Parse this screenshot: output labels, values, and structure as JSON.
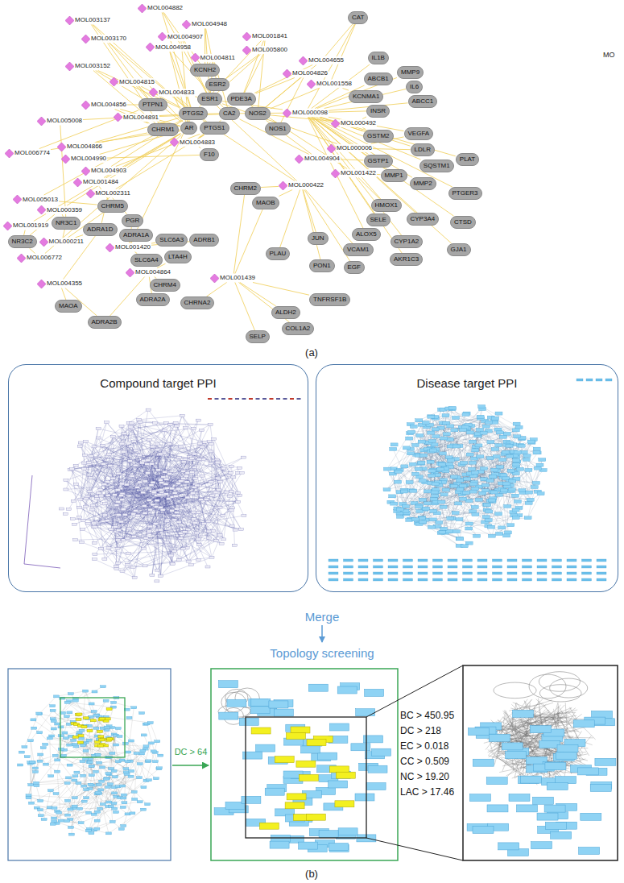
{
  "diagram": {
    "nodes": [
      {
        "text": [
          "MOL004882"
        ]
      },
      {
        "text": [
          "MOL003137"
        ]
      },
      {
        "text": [
          "MOL004948"
        ]
      },
      {
        "text": [
          "MOL001841"
        ]
      },
      {
        "text": [
          "MOL003170"
        ]
      },
      {
        "text": [
          "MOL004907"
        ]
      },
      {
        "text": [
          "MOL005800"
        ]
      },
      {
        "text": [
          "MOL004958"
        ]
      },
      {
        "text": [
          "MOL004655"
        ]
      },
      {
        "text": [
          "MOL004811"
        ]
      },
      {
        "text": [
          "MOL003152"
        ]
      },
      {
        "text": [
          "MOL004826"
        ]
      },
      {
        "text": [
          "MOL001558"
        ]
      },
      {
        "text": [
          "MOL004815"
        ]
      },
      {
        "text": [
          "MOL004833"
        ]
      },
      {
        "text": [
          "MOL004856"
        ]
      },
      {
        "text": [
          "MOL000098"
        ]
      },
      {
        "text": [
          "MOL005008"
        ]
      },
      {
        "text": [
          "MOL004891"
        ]
      },
      {
        "text": [
          "MOL000492"
        ]
      },
      {
        "text": [
          "MOL004883"
        ]
      },
      {
        "text": [
          "MOL000006"
        ]
      },
      {
        "text": [
          "MOL004866"
        ]
      },
      {
        "text": [
          "MOL006774"
        ]
      },
      {
        "text": [
          "MOL004990"
        ]
      },
      {
        "text": [
          "MOL004904"
        ]
      },
      {
        "text": [
          "MOL001422"
        ]
      },
      {
        "text": [
          "MOL004903"
        ]
      },
      {
        "text": [
          "MOL001484"
        ]
      },
      {
        "text": [
          "MOL000422"
        ]
      },
      {
        "text": [
          "MOL002311"
        ]
      },
      {
        "text": [
          "MOL005013"
        ]
      },
      {
        "text": [
          "MOL000359"
        ]
      },
      {
        "text": [
          "MOL001919"
        ]
      },
      {
        "text": [
          "MOL000211"
        ]
      },
      {
        "text": [
          "MOL001420"
        ]
      },
      {
        "text": [
          "MOL006772"
        ]
      },
      {
        "text": [
          "MOL004864"
        ]
      },
      {
        "text": [
          "MOL004355"
        ]
      },
      {
        "text": [
          "MOL001439"
        ]
      },
      {
        "text": [
          "PTGS2"
        ]
      },
      {
        "text": [
          "ESR1"
        ]
      },
      {
        "text": [
          "AR"
        ]
      },
      {
        "text": [
          "PTGS1"
        ]
      },
      {
        "text": [
          "CA2"
        ]
      },
      {
        "text": [
          "F10"
        ]
      },
      {
        "text": [
          "PDE3A"
        ]
      },
      {
        "text": [
          "NOS2"
        ]
      },
      {
        "text": [
          "ESR2"
        ]
      },
      {
        "text": [
          "KCNH2"
        ]
      },
      {
        "text": [
          "CHRM1"
        ]
      },
      {
        "text": [
          "PTPN1"
        ]
      },
      {
        "text": [
          "NOS1"
        ]
      },
      {
        "text": [
          "CAT"
        ]
      },
      {
        "text": [
          "IL1B"
        ]
      },
      {
        "text": [
          "ABCB1"
        ]
      },
      {
        "text": [
          "MMP9"
        ]
      },
      {
        "text": [
          "IL6"
        ]
      },
      {
        "text": [
          "KCNMA1"
        ]
      },
      {
        "text": [
          "ABCC1"
        ]
      },
      {
        "text": [
          "INSR"
        ]
      },
      {
        "text": [
          "GSTM2"
        ]
      },
      {
        "text": [
          "VEGFA"
        ]
      },
      {
        "text": [
          "LDLR"
        ]
      },
      {
        "text": [
          "GSTP1"
        ]
      },
      {
        "text": [
          "MMP1"
        ]
      },
      {
        "text": [
          "SQSTM1"
        ]
      },
      {
        "text": [
          "PLAT"
        ]
      },
      {
        "text": [
          "MMP2"
        ]
      },
      {
        "text": [
          "PTGER3"
        ]
      },
      {
        "text": [
          "HMOX1"
        ]
      },
      {
        "text": [
          "SELE"
        ]
      },
      {
        "text": [
          "CYP3A4"
        ]
      },
      {
        "text": [
          "CTSD"
        ]
      },
      {
        "text": [
          "ALOX5"
        ]
      },
      {
        "text": [
          "CYP1A2"
        ]
      },
      {
        "text": [
          "VCAM1"
        ]
      },
      {
        "text": [
          "GJA1"
        ]
      },
      {
        "text": [
          "AKR1C3"
        ]
      },
      {
        "text": [
          "JUN"
        ]
      },
      {
        "text": [
          "PON1"
        ]
      },
      {
        "text": [
          "EGF"
        ]
      },
      {
        "text": [
          "PLAU"
        ]
      },
      {
        "text": [
          "TNFRSF1B"
        ]
      },
      {
        "text": [
          "ALDH2"
        ]
      },
      {
        "text": [
          "COL1A2"
        ]
      },
      {
        "text": [
          "SELP"
        ]
      },
      {
        "text": [
          "CHRM2"
        ]
      },
      {
        "text": [
          "MAOB"
        ]
      },
      {
        "text": [
          "SLC6A3"
        ]
      },
      {
        "text": [
          "ADRB1"
        ]
      },
      {
        "text": [
          "SLC6A4"
        ]
      },
      {
        "text": [
          "LTA4H"
        ]
      },
      {
        "text": [
          "CHRM4"
        ]
      },
      {
        "text": [
          "CHRNA2"
        ]
      },
      {
        "text": [
          "ADRA2A"
        ]
      },
      {
        "text": [
          "MAOA"
        ]
      },
      {
        "text": [
          "ADRA2B"
        ]
      },
      {
        "text": [
          "CHRM5"
        ]
      },
      {
        "text": [
          "ADRA1D"
        ]
      },
      {
        "text": [
          "PGR"
        ]
      },
      {
        "text": [
          "ADRA1A"
        ]
      },
      {
        "text": [
          "NR3C1"
        ]
      },
      {
        "text": [
          "NR3C2"
        ]
      },
      {
        "text": [
          "Compound target PPI"
        ]
      },
      {
        "text": [
          "Disease target PPI"
        ]
      }
    ],
    "edges": [
      {
        "from": 0,
        "to": 40,
        "arrow": "none"
      },
      {
        "from": 0,
        "to": 41,
        "arrow": "none"
      },
      {
        "from": 0,
        "to": 49,
        "arrow": "none"
      },
      {
        "from": 1,
        "to": 40,
        "arrow": "none"
      },
      {
        "from": 1,
        "to": 42,
        "arrow": "none"
      },
      {
        "from": 1,
        "to": 50,
        "arrow": "none"
      },
      {
        "from": 2,
        "to": 41,
        "arrow": "none"
      },
      {
        "from": 2,
        "to": 49,
        "arrow": "none"
      },
      {
        "from": 2,
        "to": 48,
        "arrow": "none"
      },
      {
        "from": 3,
        "to": 40,
        "arrow": "none"
      },
      {
        "from": 3,
        "to": 46,
        "arrow": "none"
      },
      {
        "from": 3,
        "to": 47,
        "arrow": "none"
      },
      {
        "from": 4,
        "to": 40,
        "arrow": "none"
      },
      {
        "from": 4,
        "to": 51,
        "arrow": "none"
      },
      {
        "from": 5,
        "to": 41,
        "arrow": "none"
      },
      {
        "from": 5,
        "to": 42,
        "arrow": "none"
      },
      {
        "from": 6,
        "to": 46,
        "arrow": "none"
      },
      {
        "from": 6,
        "to": 48,
        "arrow": "none"
      },
      {
        "from": 6,
        "to": 41,
        "arrow": "none"
      },
      {
        "from": 7,
        "to": 40,
        "arrow": "none"
      },
      {
        "from": 7,
        "to": 42,
        "arrow": "none"
      },
      {
        "from": 7,
        "to": 44,
        "arrow": "none"
      },
      {
        "from": 8,
        "to": 47,
        "arrow": "none"
      },
      {
        "from": 8,
        "to": 53,
        "arrow": "none"
      },
      {
        "from": 8,
        "to": 46,
        "arrow": "none"
      },
      {
        "from": 9,
        "to": 41,
        "arrow": "none"
      },
      {
        "from": 9,
        "to": 49,
        "arrow": "none"
      },
      {
        "from": 9,
        "to": 44,
        "arrow": "none"
      },
      {
        "from": 10,
        "to": 40,
        "arrow": "none"
      },
      {
        "from": 10,
        "to": 51,
        "arrow": "none"
      },
      {
        "from": 10,
        "to": 50,
        "arrow": "none"
      },
      {
        "from": 11,
        "to": 46,
        "arrow": "none"
      },
      {
        "from": 11,
        "to": 47,
        "arrow": "none"
      },
      {
        "from": 11,
        "to": 52,
        "arrow": "none"
      },
      {
        "from": 12,
        "to": 47,
        "arrow": "none"
      },
      {
        "from": 12,
        "to": 58,
        "arrow": "none"
      },
      {
        "from": 12,
        "to": 53,
        "arrow": "none"
      },
      {
        "from": 13,
        "to": 40,
        "arrow": "none"
      },
      {
        "from": 13,
        "to": 42,
        "arrow": "none"
      },
      {
        "from": 13,
        "to": 51,
        "arrow": "none"
      },
      {
        "from": 14,
        "to": 40,
        "arrow": "none"
      },
      {
        "from": 14,
        "to": 41,
        "arrow": "none"
      },
      {
        "from": 14,
        "to": 42,
        "arrow": "none"
      },
      {
        "from": 14,
        "to": 43,
        "arrow": "none"
      },
      {
        "from": 15,
        "to": 42,
        "arrow": "none"
      },
      {
        "from": 15,
        "to": 50,
        "arrow": "none"
      },
      {
        "from": 15,
        "to": 51,
        "arrow": "none"
      },
      {
        "from": 16,
        "to": 40,
        "arrow": "none"
      },
      {
        "from": 16,
        "to": 41,
        "arrow": "none"
      },
      {
        "from": 16,
        "to": 54,
        "arrow": "none"
      },
      {
        "from": 16,
        "to": 55,
        "arrow": "none"
      },
      {
        "from": 16,
        "to": 56,
        "arrow": "none"
      },
      {
        "from": 16,
        "to": 57,
        "arrow": "none"
      },
      {
        "from": 16,
        "to": 59,
        "arrow": "none"
      },
      {
        "from": 16,
        "to": 60,
        "arrow": "none"
      },
      {
        "from": 16,
        "to": 61,
        "arrow": "none"
      },
      {
        "from": 16,
        "to": 62,
        "arrow": "none"
      },
      {
        "from": 16,
        "to": 63,
        "arrow": "none"
      },
      {
        "from": 16,
        "to": 64,
        "arrow": "none"
      },
      {
        "from": 16,
        "to": 65,
        "arrow": "none"
      },
      {
        "from": 16,
        "to": 66,
        "arrow": "none"
      },
      {
        "from": 16,
        "to": 67,
        "arrow": "none"
      },
      {
        "from": 16,
        "to": 68,
        "arrow": "none"
      },
      {
        "from": 16,
        "to": 69,
        "arrow": "none"
      },
      {
        "from": 16,
        "to": 70,
        "arrow": "none"
      },
      {
        "from": 16,
        "to": 71,
        "arrow": "none"
      },
      {
        "from": 16,
        "to": 72,
        "arrow": "none"
      },
      {
        "from": 16,
        "to": 73,
        "arrow": "none"
      },
      {
        "from": 16,
        "to": 74,
        "arrow": "none"
      },
      {
        "from": 16,
        "to": 75,
        "arrow": "none"
      },
      {
        "from": 16,
        "to": 77,
        "arrow": "none"
      },
      {
        "from": 16,
        "to": 78,
        "arrow": "none"
      },
      {
        "from": 16,
        "to": 53,
        "arrow": "none"
      },
      {
        "from": 17,
        "to": 40,
        "arrow": "none"
      },
      {
        "from": 17,
        "to": 102,
        "arrow": "none"
      },
      {
        "from": 18,
        "to": 42,
        "arrow": "none"
      },
      {
        "from": 18,
        "to": 50,
        "arrow": "none"
      },
      {
        "from": 18,
        "to": 44,
        "arrow": "none"
      },
      {
        "from": 19,
        "to": 47,
        "arrow": "none"
      },
      {
        "from": 19,
        "to": 60,
        "arrow": "none"
      },
      {
        "from": 19,
        "to": 61,
        "arrow": "none"
      },
      {
        "from": 20,
        "to": 43,
        "arrow": "none"
      },
      {
        "from": 20,
        "to": 44,
        "arrow": "none"
      },
      {
        "from": 20,
        "to": 45,
        "arrow": "none"
      },
      {
        "from": 21,
        "to": 41,
        "arrow": "none"
      },
      {
        "from": 21,
        "to": 62,
        "arrow": "none"
      },
      {
        "from": 21,
        "to": 63,
        "arrow": "none"
      },
      {
        "from": 22,
        "to": 40,
        "arrow": "none"
      },
      {
        "from": 22,
        "to": 50,
        "arrow": "none"
      },
      {
        "from": 23,
        "to": 42,
        "arrow": "none"
      },
      {
        "from": 23,
        "to": 51,
        "arrow": "none"
      },
      {
        "from": 24,
        "to": 42,
        "arrow": "none"
      },
      {
        "from": 24,
        "to": 45,
        "arrow": "none"
      },
      {
        "from": 25,
        "to": 44,
        "arrow": "none"
      },
      {
        "from": 25,
        "to": 47,
        "arrow": "none"
      },
      {
        "from": 25,
        "to": 64,
        "arrow": "none"
      },
      {
        "from": 26,
        "to": 46,
        "arrow": "none"
      },
      {
        "from": 26,
        "to": 65,
        "arrow": "none"
      },
      {
        "from": 26,
        "to": 70,
        "arrow": "none"
      },
      {
        "from": 27,
        "to": 40,
        "arrow": "none"
      },
      {
        "from": 27,
        "to": 43,
        "arrow": "none"
      },
      {
        "from": 28,
        "to": 42,
        "arrow": "none"
      },
      {
        "from": 28,
        "to": 98,
        "arrow": "none"
      },
      {
        "from": 29,
        "to": 40,
        "arrow": "none"
      },
      {
        "from": 29,
        "to": 41,
        "arrow": "none"
      },
      {
        "from": 29,
        "to": 79,
        "arrow": "none"
      },
      {
        "from": 29,
        "to": 82,
        "arrow": "none"
      },
      {
        "from": 29,
        "to": 76,
        "arrow": "none"
      },
      {
        "from": 29,
        "to": 80,
        "arrow": "none"
      },
      {
        "from": 29,
        "to": 81,
        "arrow": "none"
      },
      {
        "from": 29,
        "to": 88,
        "arrow": "none"
      },
      {
        "from": 29,
        "to": 87,
        "arrow": "none"
      },
      {
        "from": 30,
        "to": 43,
        "arrow": "none"
      },
      {
        "from": 30,
        "to": 99,
        "arrow": "none"
      },
      {
        "from": 30,
        "to": 100,
        "arrow": "none"
      },
      {
        "from": 31,
        "to": 40,
        "arrow": "none"
      },
      {
        "from": 31,
        "to": 98,
        "arrow": "none"
      },
      {
        "from": 32,
        "to": 42,
        "arrow": "none"
      },
      {
        "from": 32,
        "to": 102,
        "arrow": "none"
      },
      {
        "from": 32,
        "to": 103,
        "arrow": "none"
      },
      {
        "from": 33,
        "to": 42,
        "arrow": "none"
      },
      {
        "from": 33,
        "to": 103,
        "arrow": "none"
      },
      {
        "from": 34,
        "to": 98,
        "arrow": "none"
      },
      {
        "from": 34,
        "to": 99,
        "arrow": "none"
      },
      {
        "from": 34,
        "to": 102,
        "arrow": "none"
      },
      {
        "from": 35,
        "to": 40,
        "arrow": "none"
      },
      {
        "from": 35,
        "to": 89,
        "arrow": "none"
      },
      {
        "from": 35,
        "to": 90,
        "arrow": "none"
      },
      {
        "from": 35,
        "to": 91,
        "arrow": "none"
      },
      {
        "from": 35,
        "to": 101,
        "arrow": "none"
      },
      {
        "from": 35,
        "to": 100,
        "arrow": "none"
      },
      {
        "from": 36,
        "to": 42,
        "arrow": "none"
      },
      {
        "from": 36,
        "to": 103,
        "arrow": "none"
      },
      {
        "from": 37,
        "to": 92,
        "arrow": "none"
      },
      {
        "from": 37,
        "to": 93,
        "arrow": "none"
      },
      {
        "from": 37,
        "to": 95,
        "arrow": "none"
      },
      {
        "from": 37,
        "to": 97,
        "arrow": "none"
      },
      {
        "from": 38,
        "to": 96,
        "arrow": "none"
      },
      {
        "from": 38,
        "to": 97,
        "arrow": "none"
      },
      {
        "from": 38,
        "to": 99,
        "arrow": "none"
      },
      {
        "from": 39,
        "to": 87,
        "arrow": "none"
      },
      {
        "from": 39,
        "to": 88,
        "arrow": "none"
      },
      {
        "from": 39,
        "to": 94,
        "arrow": "none"
      },
      {
        "from": 39,
        "to": 84,
        "arrow": "none"
      },
      {
        "from": 39,
        "to": 85,
        "arrow": "none"
      },
      {
        "from": 39,
        "to": 86,
        "arrow": "none"
      },
      {
        "from": 39,
        "to": 83,
        "arrow": "none"
      }
    ],
    "labels": [
      "(a)",
      "MO",
      "Merge",
      "Topology screening",
      "DC > 64",
      "BC > 450.95",
      "DC > 218",
      "EC > 0.018",
      "CC > 0.509",
      "NC > 19.20",
      "LAC > 17.46",
      "(b)"
    ]
  }
}
